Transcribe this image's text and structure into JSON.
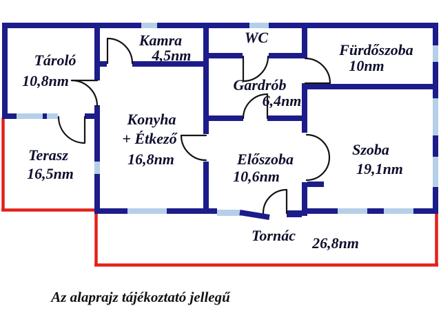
{
  "plan": {
    "caption": "Az alaprajz tájékoztató jellegű",
    "rooms": [
      {
        "name": "Tároló",
        "area": "10,8nm"
      },
      {
        "name": "Kamra",
        "area": "4,5nm"
      },
      {
        "name": "WC",
        "area": ""
      },
      {
        "name": "Fürdőszoba",
        "area": "10nm"
      },
      {
        "name": "Gardrób",
        "area": "6,4nm"
      },
      {
        "name": "Konyha",
        "name2": "+ Étkező",
        "area": "16,8nm"
      },
      {
        "name": "Terasz",
        "area": "16,5nm"
      },
      {
        "name": "Előszoba",
        "area": "10,6nm"
      },
      {
        "name": "Szoba",
        "area": "19,1nm"
      },
      {
        "name": "Tornác",
        "area": "26,8nm"
      }
    ],
    "colors": {
      "wall": "#1c1c8a",
      "window": "#b6cfe9",
      "terrace_outline": "#e32119",
      "door": "#141414",
      "text": "#0f0f2d",
      "caption": "#111111",
      "background": "#ffffff"
    }
  }
}
